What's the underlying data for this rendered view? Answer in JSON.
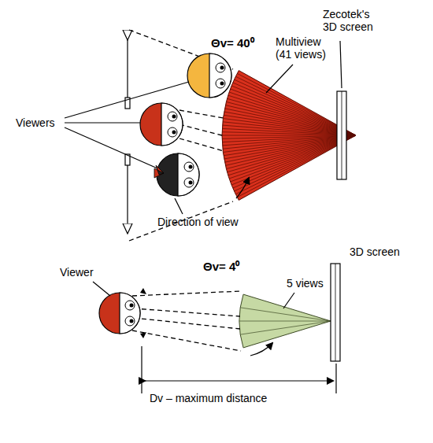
{
  "diagram": {
    "labels": [
      "Θv= 40⁰",
      "Multiview (41 views)",
      "Zecotek's 3D screen",
      "Viewers",
      "Direction of view",
      "Θv= 4⁰",
      "5 views",
      "3D screen",
      "Viewer",
      "Dv – maximum distance"
    ]
  }
}
